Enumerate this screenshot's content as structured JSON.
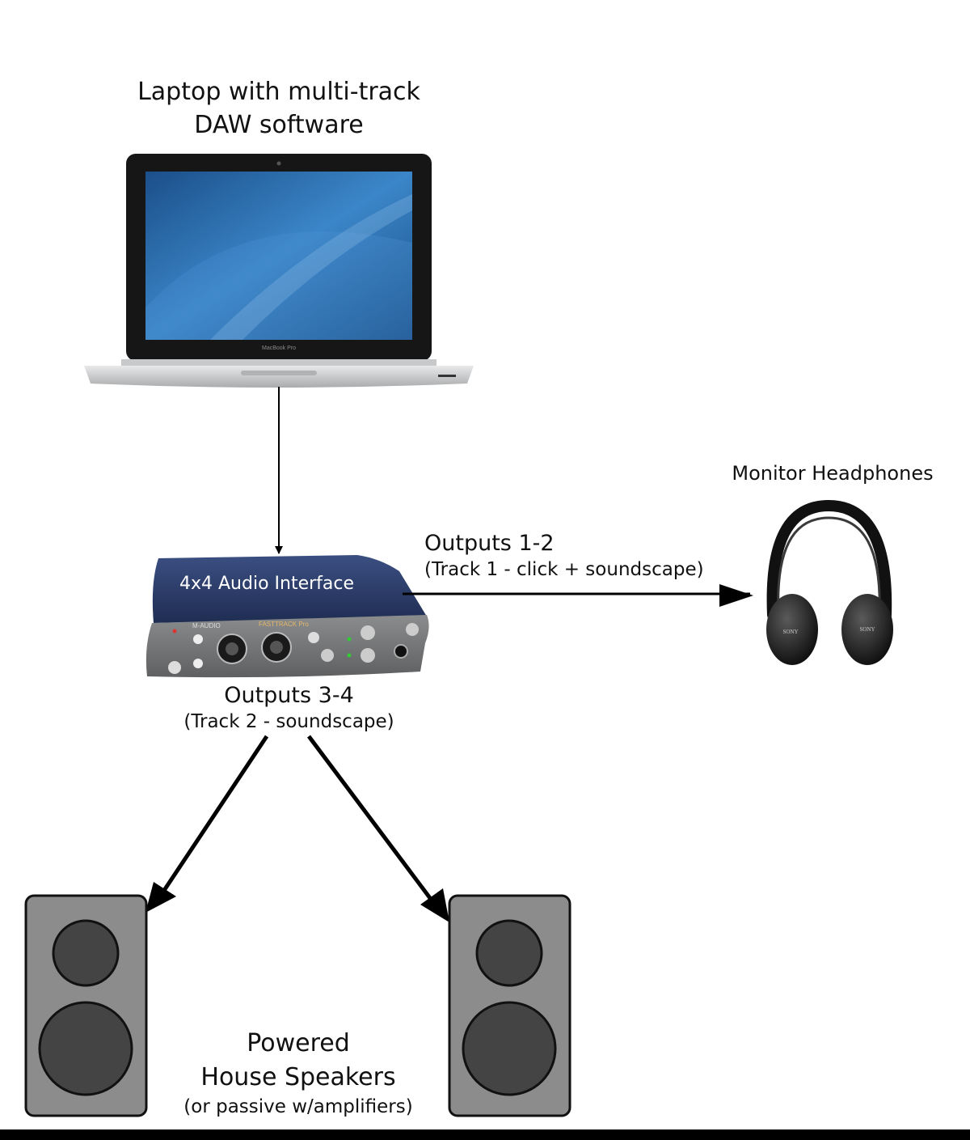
{
  "labels": {
    "laptop_line1": "Laptop with multi-track",
    "laptop_line2": "DAW software",
    "headphones": "Monitor Headphones",
    "outputs12_line1": "Outputs 1-2",
    "outputs12_line2": "(Track 1 - click + soundscape)",
    "interface": "4x4 Audio Interface",
    "outputs34_line1": "Outputs 3-4",
    "outputs34_line2": "(Track 2 - soundscape)",
    "speakers_line1": "Powered",
    "speakers_line2": "House Speakers",
    "speakers_line3": "(or passive w/amplifiers)"
  },
  "devices": {
    "laptop_caption": "MacBook Pro",
    "interface_brand": "M-AUDIO",
    "interface_model": "FASTTRACK Pro",
    "headphone_brand": "SONY"
  },
  "colors": {
    "screen": "#2a6fb0",
    "interface_top": "#2b3f6e",
    "speaker_body": "#8c8c8c",
    "speaker_driver": "#444444",
    "arrow": "#000000"
  }
}
